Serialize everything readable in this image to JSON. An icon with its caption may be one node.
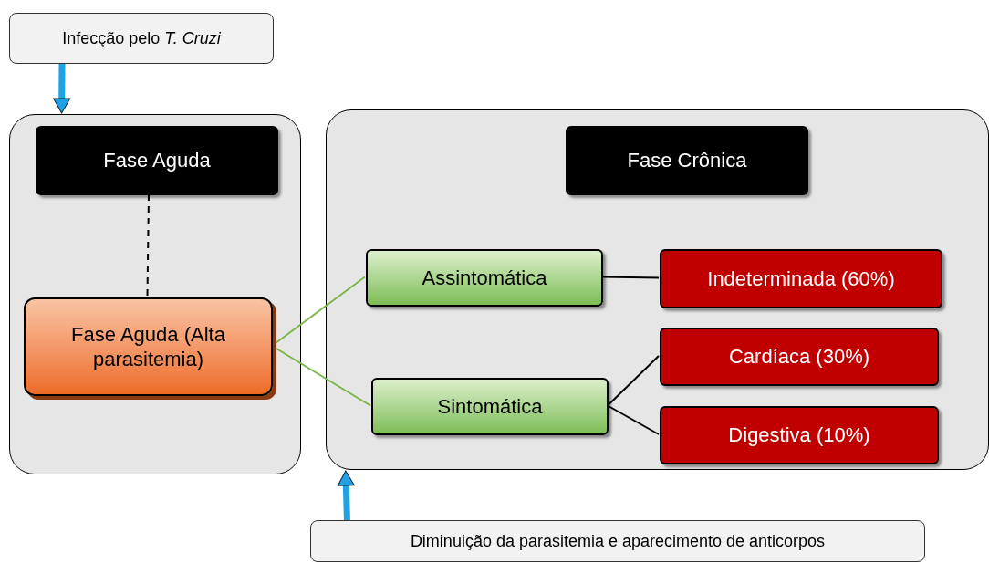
{
  "diagram": {
    "nodes": [
      {
        "text": [
          "Infecção pelo *T. Cruzi*"
        ]
      },
      {
        "text": [],
        "shape": "box"
      },
      {
        "text": [
          "Fase Aguda"
        ],
        "in": 1
      },
      {
        "text": [
          "Fase Aguda (Alta parasitemia)"
        ],
        "in": 1
      },
      {
        "text": [],
        "shape": "box"
      },
      {
        "text": [
          "Fase Crônica"
        ],
        "in": 4
      },
      {
        "text": [
          "Assintomática"
        ],
        "in": 4
      },
      {
        "text": [
          "Sintomática"
        ],
        "in": 4
      },
      {
        "text": [
          "Indeterminada (60%)"
        ],
        "in": 4
      },
      {
        "text": [
          "Cardíaca (30%)"
        ],
        "in": 4
      },
      {
        "text": [
          "Digestiva (10%)"
        ],
        "in": 4
      },
      {
        "text": [
          "Diminuição da parasitemia e aparecimento de anticorpos"
        ]
      }
    ],
    "edges": [
      {
        "from": 0,
        "to": 1,
        "arrow": "to",
        "style": "thick",
        "color": "#1fa3e6"
      },
      {
        "from": 2,
        "to": 3,
        "arrow": "none",
        "style": "dashed"
      },
      {
        "from": 3,
        "to": 6,
        "arrow": "none",
        "color": "#7ab648"
      },
      {
        "from": 3,
        "to": 7,
        "arrow": "none",
        "color": "#7ab648"
      },
      {
        "from": 6,
        "to": 8,
        "arrow": "none"
      },
      {
        "from": 7,
        "to": 9,
        "arrow": "none"
      },
      {
        "from": 7,
        "to": 10,
        "arrow": "none"
      },
      {
        "from": 11,
        "to": 4,
        "arrow": "to",
        "style": "thick",
        "color": "#1fa3e6"
      }
    ]
  }
}
